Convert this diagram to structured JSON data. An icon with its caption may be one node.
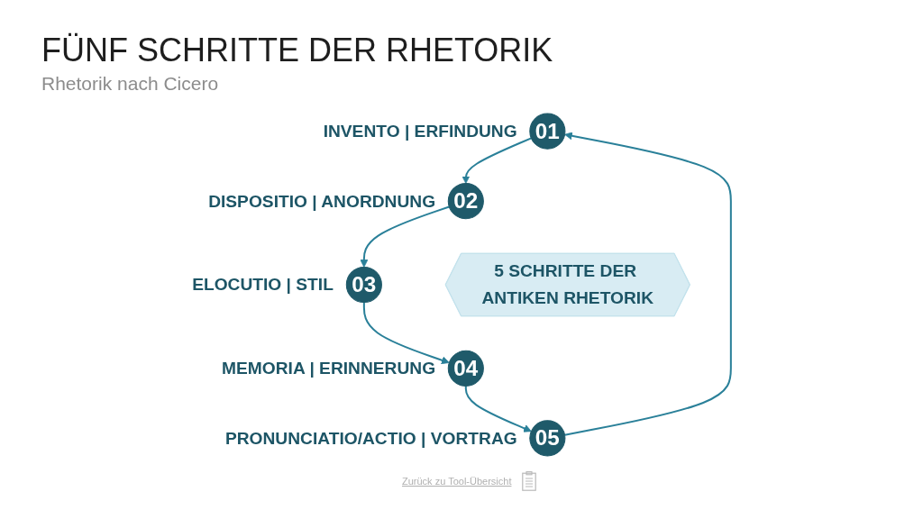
{
  "diagram": {
    "title": "FÜNF SCHRITTE DER RHETORIK",
    "nodes": [
      {
        "text": [
          "01"
        ],
        "beside": [
          "INVENTO | ERFINDUNG"
        ]
      },
      {
        "text": [
          "02"
        ],
        "beside": [
          "DISPOSITIO | ANORDNUNG"
        ]
      },
      {
        "text": [
          "03"
        ],
        "beside": [
          "ELOCUTIO | STIL"
        ]
      },
      {
        "text": [
          "04"
        ],
        "beside": [
          "MEMORIA | ERINNERUNG"
        ]
      },
      {
        "text": [
          "05"
        ],
        "beside": [
          "PRONUNCIATIO/ACTIO | VORTRAG"
        ]
      },
      {
        "text": [
          "5 SCHRITTE DER ANTIKEN RHETORIK"
        ]
      }
    ],
    "edges": [
      {
        "from": 0,
        "to": 1,
        "arrow": "to"
      },
      {
        "from": 1,
        "to": 2,
        "arrow": "to"
      },
      {
        "from": 2,
        "to": 3,
        "arrow": "to"
      },
      {
        "from": 3,
        "to": 4,
        "arrow": "to"
      },
      {
        "from": 4,
        "to": 0,
        "arrow": "to"
      }
    ],
    "labels": [
      "Rhetorik nach Cicero",
      "Zurück zu Tool-Übersicht"
    ]
  }
}
